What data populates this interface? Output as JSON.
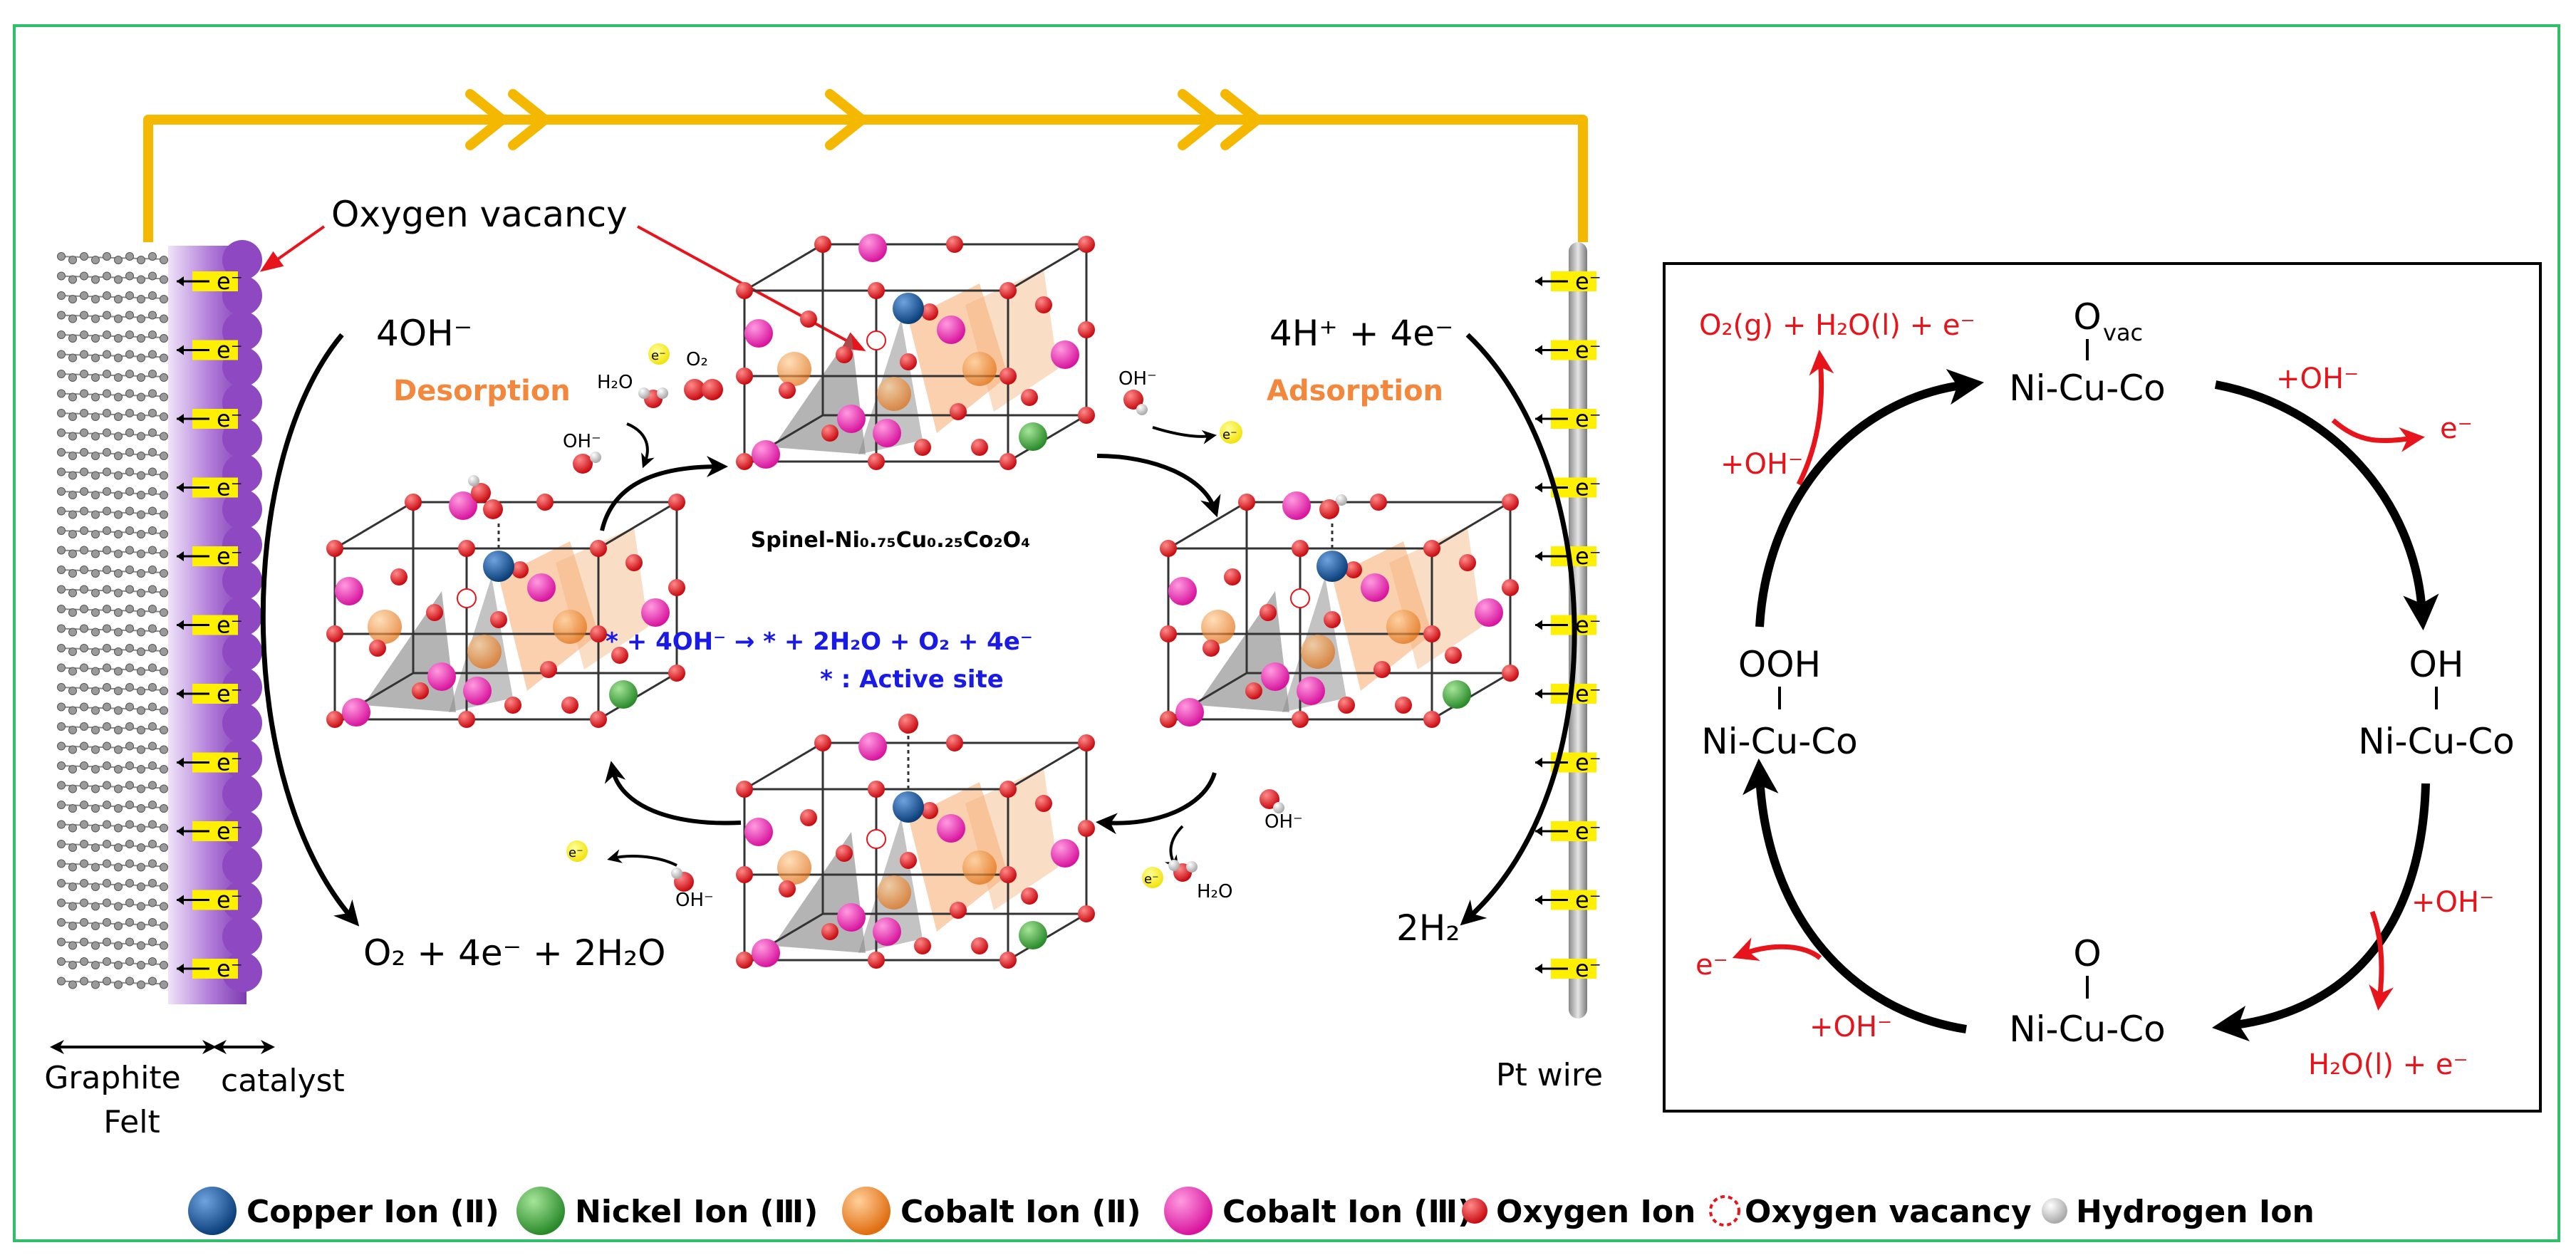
{
  "colors": {
    "frame": "#2fbf6a",
    "current_wire": "#f5b800",
    "catalyst": "#9b59c9",
    "electron": "#ffef00",
    "oxygen": "#e8141b",
    "copper": "#0b4a8e",
    "nickel": "#3dab3d",
    "cobalt2": "#f08a2c",
    "cobalt3": "#ee2fb6",
    "red_text": "#e8141b",
    "blue_text": "#1a1ae6",
    "orange_text": "#f3873b"
  },
  "left": {
    "oxygen_vacancy_label": "Oxygen vacancy",
    "anode_reactant": "4OH⁻",
    "anode_product": "O₂ + 4e⁻ + 2H₂O",
    "desorption": "Desorption",
    "adsorption": "Adsorption",
    "cathode_reactant": "4H⁺ + 4e⁻",
    "cathode_product": "2H₂",
    "graphite_felt_line1": "Graphite",
    "graphite_felt_line2": "Felt",
    "catalyst_label": "catalyst",
    "pt_wire_label": "Pt wire",
    "electron_label": "e⁻",
    "spinel_label": "Spinel-Ni₀.₇₅Cu₀.₂₅Co₂O₄",
    "overall_reaction": "* + 4OH⁻ → * + 2H₂O + O₂ + 4e⁻",
    "active_site": "* : Active site",
    "species": {
      "h2o": "H₂O",
      "o2": "O₂",
      "oh": "OH⁻",
      "e": "e⁻"
    }
  },
  "cycle": {
    "top_species": "O",
    "top_subscript": "vac",
    "right_species": "OH",
    "bottom_species": "O",
    "left_species": "OOH",
    "site": "Ni-Cu-Co",
    "plus_oh": "+OH⁻",
    "e_minus": "e⁻",
    "top_left_product": "O₂(g) + H₂O(l) + e⁻",
    "bottom_right_product": "H₂O(l) + e⁻"
  },
  "legend": [
    {
      "label": "Copper Ion (Ⅱ)",
      "color": "#0b4a8e",
      "kind": "sphere"
    },
    {
      "label": "Nickel Ion (Ⅲ)",
      "color": "#3dab3d",
      "kind": "sphere"
    },
    {
      "label": "Cobalt Ion (Ⅱ)",
      "color": "#f08a2c",
      "kind": "sphere"
    },
    {
      "label": "Cobalt Ion (Ⅲ)",
      "color": "#ee2fb6",
      "kind": "sphere"
    },
    {
      "label": "Oxygen Ion",
      "color": "#e8141b",
      "kind": "small"
    },
    {
      "label": "Oxygen vacancy",
      "color": "#e8141b",
      "kind": "dashed"
    },
    {
      "label": "Hydrogen Ion",
      "color": "#d9d9d9",
      "kind": "small"
    }
  ]
}
